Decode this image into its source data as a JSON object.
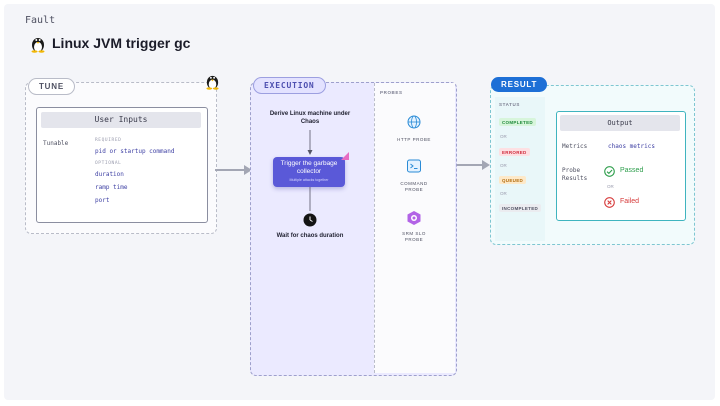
{
  "header": {
    "category": "Fault",
    "title": "Linux JVM trigger gc"
  },
  "tune": {
    "label": "TUNE",
    "panel_title": "User Inputs",
    "row_label": "Tunable",
    "required_label": "REQUIRED",
    "required": [
      "pid or startup command"
    ],
    "optional_label": "OPTIONAL",
    "optional": [
      "duration",
      "ramp time",
      "port"
    ]
  },
  "execution": {
    "label": "EXECUTION",
    "step1": "Derive Linux machine under Chaos",
    "step2_title": "Trigger the garbage collector",
    "step2_sub": "Multiple attacks together",
    "step3": "Wait for chaos duration",
    "probes_label": "PROBES",
    "probes": [
      {
        "name": "HTTP PROBE",
        "icon": "http-probe-icon"
      },
      {
        "name": "COMMAND PROBE",
        "icon": "command-probe-icon"
      },
      {
        "name": "SRM SLO PROBE",
        "icon": "srm-slo-probe-icon"
      }
    ]
  },
  "result": {
    "label": "RESULT",
    "status_label": "STATUS",
    "statuses": [
      {
        "text": "COMPLETED",
        "bg": "#d7f5db",
        "fg": "#1f8a3a"
      },
      {
        "text": "ERRORED",
        "bg": "#fde0e3",
        "fg": "#cf2b3c"
      },
      {
        "text": "QUEUED",
        "bg": "#fde9c9",
        "fg": "#b16b0c"
      },
      {
        "text": "INCOMPLETED",
        "bg": "#ebecf0",
        "fg": "#4f5162"
      }
    ],
    "or_text": "OR",
    "output_title": "Output",
    "metrics_label": "Metrics",
    "metrics_value": "chaos metrics",
    "probe_results_label": "Probe Results",
    "passed": "Passed",
    "failed": "Failed"
  },
  "colors": {
    "accent": "#5a59d8",
    "result_blue": "#1d6fd6",
    "pass_green": "#2e9e4c",
    "fail_red": "#d63a3a"
  }
}
